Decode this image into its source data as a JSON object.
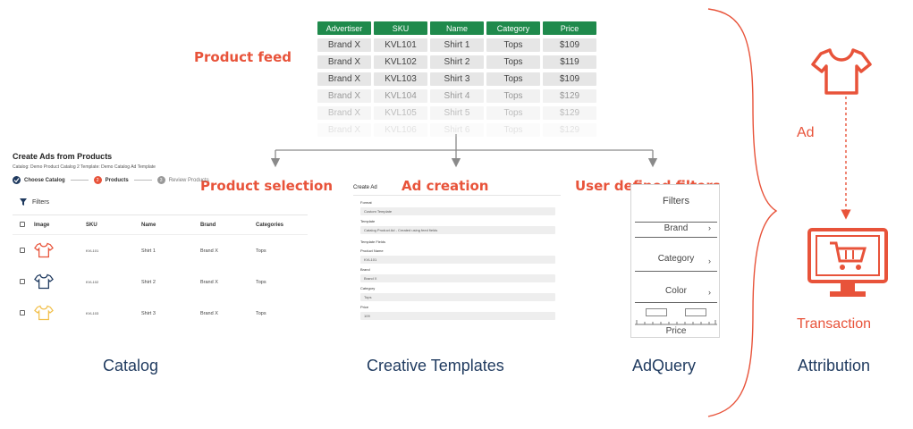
{
  "feed": {
    "headers": [
      "Advertiser",
      "SKU",
      "Name",
      "Category",
      "Price"
    ],
    "rows": [
      [
        "Brand X",
        "KVL101",
        "Shirt 1",
        "Tops",
        "$109"
      ],
      [
        "Brand X",
        "KVL102",
        "Shirt 2",
        "Tops",
        "$119"
      ],
      [
        "Brand X",
        "KVL103",
        "Shirt 3",
        "Tops",
        "$109"
      ],
      [
        "Brand X",
        "KVL104",
        "Shirt 4",
        "Tops",
        "$129"
      ],
      [
        "Brand X",
        "KVL105",
        "Shirt 5",
        "Tops",
        "$129"
      ],
      [
        "Brand X",
        "KVL106",
        "Shirt 6",
        "Tops",
        "$129"
      ]
    ],
    "row_opacity": [
      1,
      1,
      1,
      0.55,
      0.35,
      0.15
    ]
  },
  "callouts": {
    "product_feed": "Product feed",
    "product_selection": "Product selection",
    "ad_creation": "Ad creation",
    "user_filters": "User defined filters"
  },
  "captions": {
    "catalog": "Catalog",
    "creative_templates": "Creative Templates",
    "adquery": "AdQuery",
    "attribution": "Attribution"
  },
  "attribution": {
    "ad_label": "Ad",
    "transaction_label": "Transaction"
  },
  "catalog_panel": {
    "title": "Create Ads from Products",
    "subtitle": "Catalog: Demo Product Catalog 2      Template: Demo Catalog Ad Template",
    "steps": [
      "Choose Catalog",
      "Products",
      "Review Products"
    ],
    "step_numbers": [
      "",
      "2",
      "3"
    ],
    "filters_label": "Filters",
    "columns": [
      "Image",
      "SKU",
      "Name",
      "Brand",
      "Categories"
    ],
    "rows": [
      {
        "sku": "KVL101",
        "name": "Shirt 1",
        "brand": "Brand X",
        "category": "Tops",
        "color": "#e8533a"
      },
      {
        "sku": "KVL102",
        "name": "Shirt 2",
        "brand": "Brand X",
        "category": "Tops",
        "color": "#1f3a5f"
      },
      {
        "sku": "KVL103",
        "name": "Shirt 3",
        "brand": "Brand X",
        "category": "Tops",
        "color": "#f2c14e"
      }
    ]
  },
  "ad_panel": {
    "title": "Create Ad",
    "fields": [
      {
        "label": "Format",
        "value": "Custom Template"
      },
      {
        "label": "Template",
        "value": "Catalog Product Ad - Created using feed fields"
      },
      {
        "label": "Template Fields",
        "value": ""
      },
      {
        "label": "Product Name",
        "value": "KVL101"
      },
      {
        "label": "Brand",
        "value": "Brand X"
      },
      {
        "label": "Category",
        "value": "Tops"
      },
      {
        "label": "Price",
        "value": "109"
      }
    ]
  },
  "filters_panel": {
    "title": "Filters",
    "items": [
      "Brand",
      "Category",
      "Color"
    ],
    "price_label": "Price"
  },
  "colors": {
    "accent": "#e8533a",
    "header_green": "#1f8a4c",
    "caption_navy": "#1f3a5f"
  }
}
